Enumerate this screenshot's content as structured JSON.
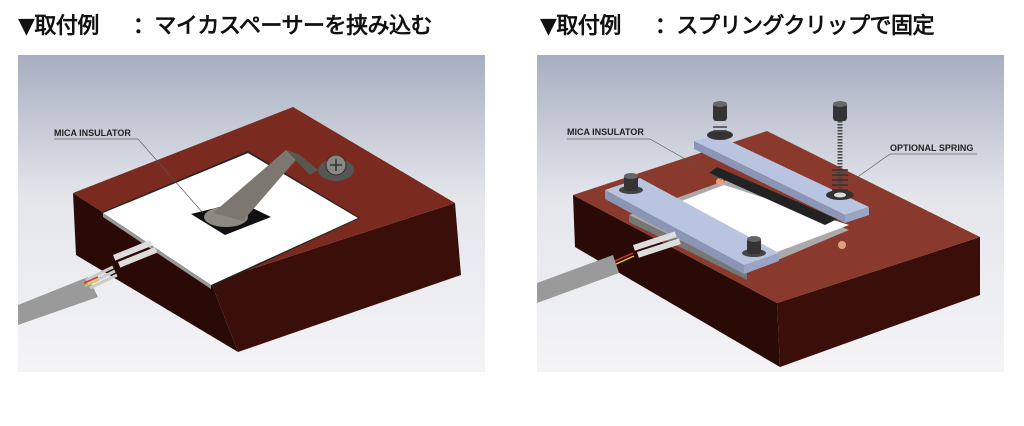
{
  "examples": [
    {
      "prefix": "▼取付例",
      "title": "：マイカスペーサーを挟み込む",
      "callouts": [
        "MICA INSULATOR"
      ]
    },
    {
      "prefix": "▼取付例",
      "title": "：スプリングクリップで固定",
      "callouts": [
        "MICA INSULATOR",
        "OPTIONAL SPRING"
      ]
    }
  ],
  "colors": {
    "block_top": "#7a2a1e",
    "block_front": "#3a0f0a",
    "mica": "#ffffff",
    "clamp_bar": "#b8c4e0",
    "background_top": "#a9b0c2"
  }
}
